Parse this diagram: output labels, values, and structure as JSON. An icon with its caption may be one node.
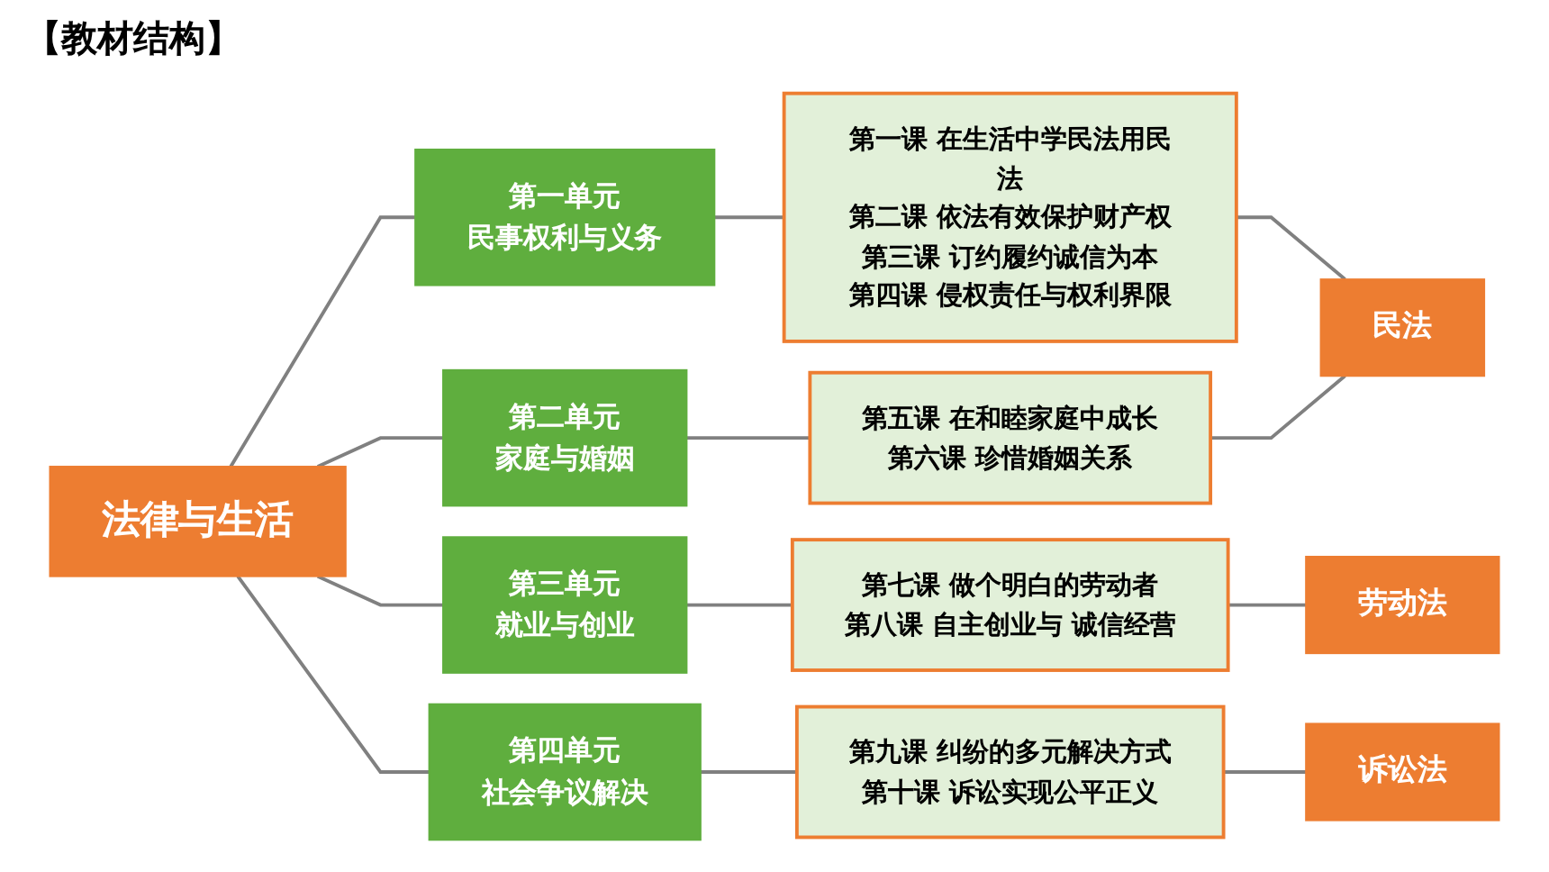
{
  "diagram": {
    "title": "【教材结构】",
    "nodes": [
      {
        "text": [
          "法律与生活"
        ]
      },
      {
        "text": [
          "第一单元",
          "民事权利与义务"
        ]
      },
      {
        "text": [
          "第二单元",
          "家庭与婚姻"
        ]
      },
      {
        "text": [
          "第三单元",
          "就业与创业"
        ]
      },
      {
        "text": [
          "第四单元",
          "社会争议解决"
        ]
      },
      {
        "text": [
          "第一课 在生活中学民法用民法",
          "第二课 依法有效保护财产权",
          "第三课 订约履约诚信为本",
          "第四课 侵权责任与权利界限"
        ]
      },
      {
        "text": [
          "第五课 在和睦家庭中成长",
          "第六课 珍惜婚姻关系"
        ]
      },
      {
        "text": [
          "第七课 做个明白的劳动者",
          "第八课 自主创业与 诚信经营"
        ]
      },
      {
        "text": [
          "第九课 纠纷的多元解决方式",
          "第十课 诉讼实现公平正义"
        ]
      },
      {
        "text": [
          "民法"
        ]
      },
      {
        "text": [
          "劳动法"
        ]
      },
      {
        "text": [
          "诉讼法"
        ]
      }
    ],
    "edges": [
      {
        "from": 0,
        "to": 1,
        "arrow": "none"
      },
      {
        "from": 0,
        "to": 2,
        "arrow": "none"
      },
      {
        "from": 0,
        "to": 3,
        "arrow": "none"
      },
      {
        "from": 0,
        "to": 4,
        "arrow": "none"
      },
      {
        "from": 1,
        "to": 5,
        "arrow": "none"
      },
      {
        "from": 2,
        "to": 6,
        "arrow": "none"
      },
      {
        "from": 3,
        "to": 7,
        "arrow": "none"
      },
      {
        "from": 4,
        "to": 8,
        "arrow": "none"
      },
      {
        "from": 5,
        "to": 9,
        "arrow": "none"
      },
      {
        "from": 6,
        "to": 9,
        "arrow": "none"
      },
      {
        "from": 7,
        "to": 10,
        "arrow": "none"
      },
      {
        "from": 8,
        "to": 11,
        "arrow": "none"
      }
    ]
  }
}
